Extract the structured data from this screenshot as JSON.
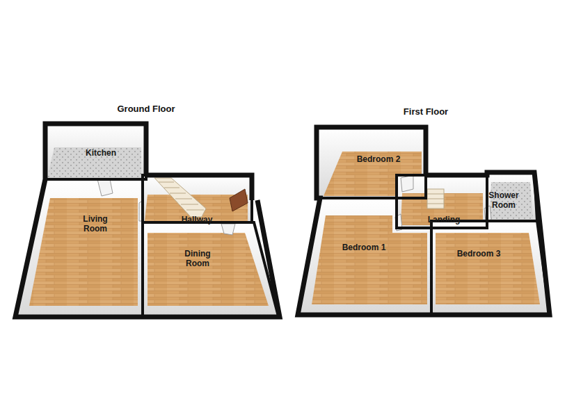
{
  "diagram": {
    "nodes": [
      {
        "text": [
          "Ground Floor"
        ]
      },
      {
        "text": [
          "Kitchen"
        ],
        "in": 0
      },
      {
        "text": [
          "Living Room"
        ],
        "in": 0
      },
      {
        "text": [
          "Hallway"
        ],
        "in": 0
      },
      {
        "text": [
          "Dining Room"
        ],
        "in": 0
      },
      {
        "text": [
          "First Floor"
        ]
      },
      {
        "text": [
          "Bedroom 2"
        ],
        "in": 5
      },
      {
        "text": [
          "Shower Room"
        ],
        "in": 5
      },
      {
        "text": [
          "Landing"
        ],
        "in": 5
      },
      {
        "text": [
          "Bedroom 1"
        ],
        "in": 5
      },
      {
        "text": [
          "Bedroom 3"
        ],
        "in": 5
      }
    ]
  }
}
